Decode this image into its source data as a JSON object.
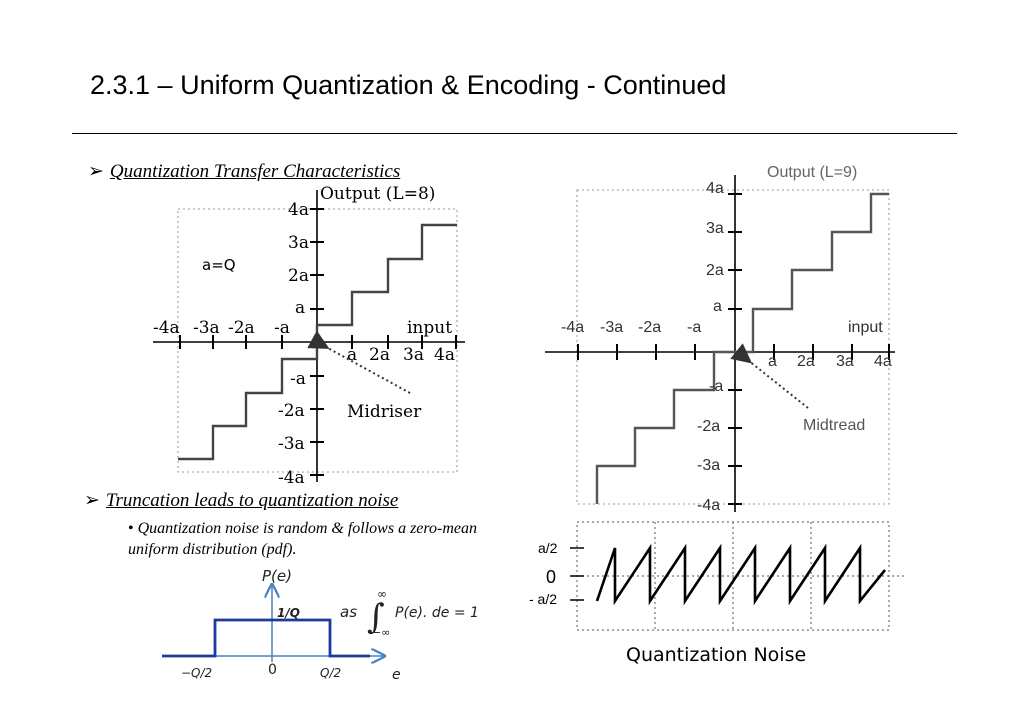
{
  "slide": {
    "title": "2.3.1 – Uniform Quantization & Encoding - Continued",
    "bullet1": "Quantization Transfer Characteristics",
    "bullet2": "Truncation leads to quantization noise",
    "sub_bullet": "Quantization noise is random & follows a zero-mean uniform distribution (pdf)."
  },
  "midriser": {
    "output_label": "Output (L=8)",
    "input_label": "input",
    "annotation": "Midriser",
    "note": "a=Q",
    "y_ticks": [
      "4a",
      "3a",
      "2a",
      "a",
      "-a",
      "-2a",
      "-3a",
      "-4a"
    ],
    "x_ticks_neg": [
      "-4a",
      "-3a",
      "-2a",
      "-a"
    ],
    "x_ticks_pos": [
      "a",
      "2a",
      "3a",
      "4a"
    ]
  },
  "midtread": {
    "output_label": "Output (L=9)",
    "input_label": "input",
    "annotation": "Midtread",
    "y_ticks": [
      "4a",
      "3a",
      "2a",
      "a",
      "-a",
      "-2a",
      "-3a",
      "-4a"
    ],
    "x_ticks_neg": [
      "-4a",
      "-3a",
      "-2a",
      "-a"
    ],
    "x_ticks_pos": [
      "a",
      "2a",
      "3a",
      "4a"
    ]
  },
  "pdf": {
    "y_label": "P(e)",
    "height_label": "1/Q",
    "equation_prefix": "as",
    "integral_upper": "∞",
    "integral_lower": "−∞",
    "integrand": "P(e). de = 1",
    "x_labels": [
      "−Q/2",
      "0",
      "Q/2"
    ],
    "x_axis_label": "e"
  },
  "noise": {
    "top_label": "a/2",
    "zero_label": "0",
    "bottom_label": "- a/2",
    "caption": "Quantization Noise"
  },
  "colors": {
    "axis_blue": "#4a7fc1",
    "pdf_line": "#1f3a9a",
    "dash": "#555555"
  }
}
